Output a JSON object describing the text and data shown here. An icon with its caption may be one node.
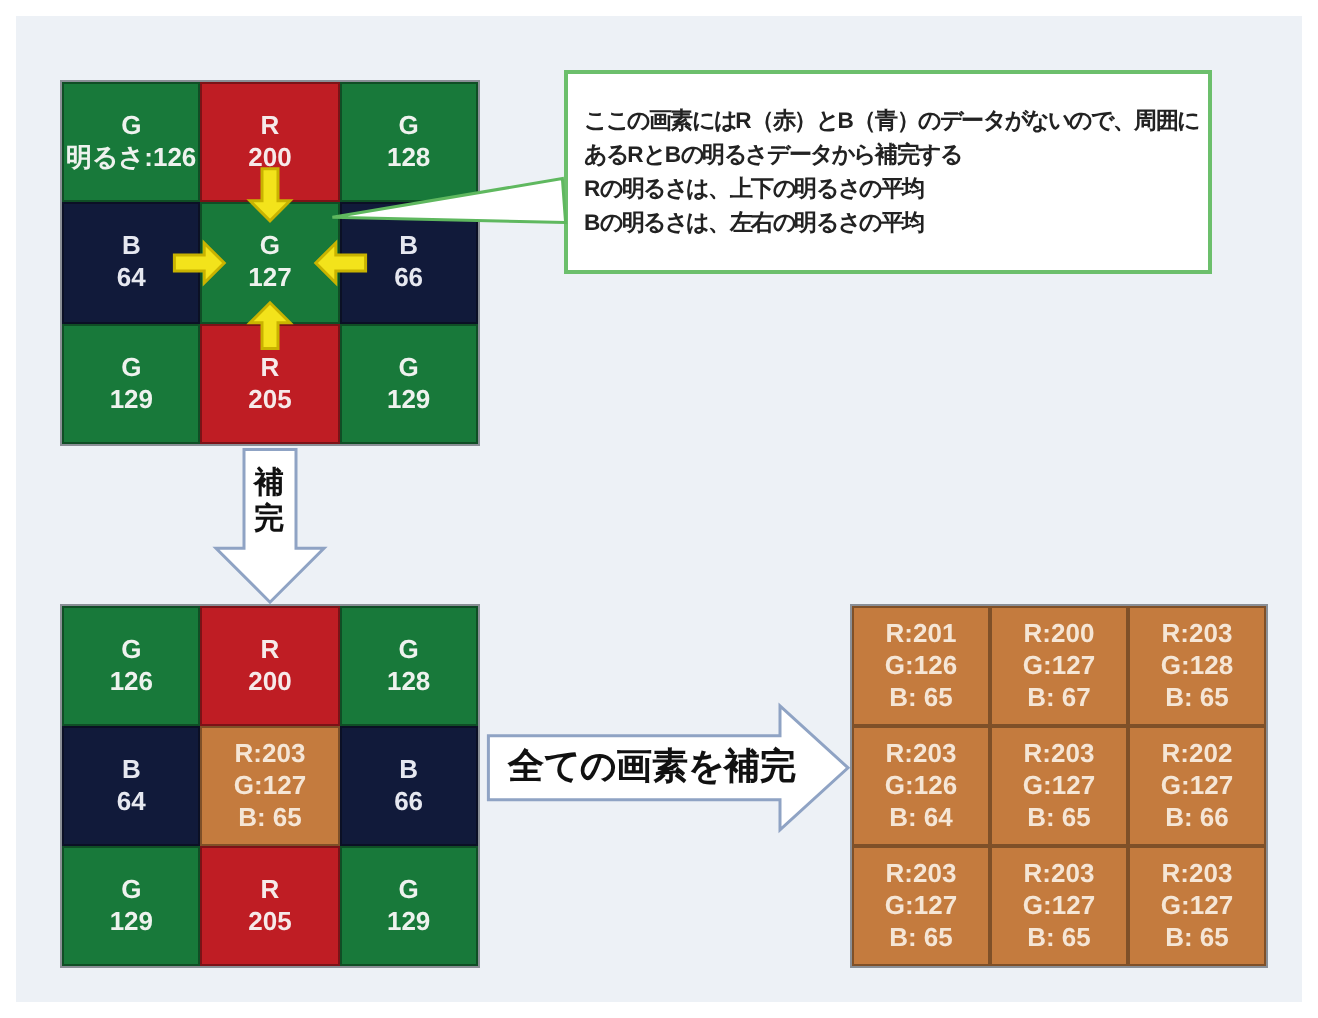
{
  "diagram": {
    "nodes": [
      {
        "text": [],
        "shape": "box"
      },
      {
        "text": [
          "G",
          "明るさ:126"
        ],
        "in": 0
      },
      {
        "text": [
          "R",
          "200"
        ],
        "in": 0
      },
      {
        "text": [
          "G",
          "128"
        ],
        "in": 0
      },
      {
        "text": [
          "B",
          "64"
        ],
        "in": 0
      },
      {
        "text": [
          "G",
          "127"
        ],
        "in": 0
      },
      {
        "text": [
          "B",
          "66"
        ],
        "in": 0
      },
      {
        "text": [
          "G",
          "129"
        ],
        "in": 0
      },
      {
        "text": [
          "R",
          "205"
        ],
        "in": 0
      },
      {
        "text": [
          "G",
          "129"
        ],
        "in": 0
      },
      {
        "text": [
          "ここの画素にはR（赤）とB（青）のデータがないので、周囲にあるRとBの明るさデータから補完する",
          "Rの明るさは、上下の明るさの平均",
          "Bの明るさは、左右の明るさの平均"
        ]
      },
      {
        "text": [],
        "shape": "box"
      },
      {
        "text": [
          "G",
          "126"
        ],
        "in": 11
      },
      {
        "text": [
          "R",
          "200"
        ],
        "in": 11
      },
      {
        "text": [
          "G",
          "128"
        ],
        "in": 11
      },
      {
        "text": [
          "B",
          "64"
        ],
        "in": 11
      },
      {
        "text": [
          "R:203",
          "G:127",
          "B: 65"
        ],
        "in": 11
      },
      {
        "text": [
          "B",
          "66"
        ],
        "in": 11
      },
      {
        "text": [
          "G",
          "129"
        ],
        "in": 11
      },
      {
        "text": [
          "R",
          "205"
        ],
        "in": 11
      },
      {
        "text": [
          "G",
          "129"
        ],
        "in": 11
      },
      {
        "text": [],
        "shape": "box"
      },
      {
        "text": [
          "R:201",
          "G:126",
          "B: 65"
        ],
        "in": 21
      },
      {
        "text": [
          "R:200",
          "G:127",
          "B: 67"
        ],
        "in": 21
      },
      {
        "text": [
          "R:203",
          "G:128",
          "B: 65"
        ],
        "in": 21
      },
      {
        "text": [
          "R:203",
          "G:126",
          "B: 64"
        ],
        "in": 21
      },
      {
        "text": [
          "R:203",
          "G:127",
          "B: 65"
        ],
        "in": 21
      },
      {
        "text": [
          "R:202",
          "G:127",
          "B: 66"
        ],
        "in": 21
      },
      {
        "text": [
          "R:203",
          "G:127",
          "B: 65"
        ],
        "in": 21
      },
      {
        "text": [
          "R:203",
          "G:127",
          "B: 65"
        ],
        "in": 21
      },
      {
        "text": [
          "R:203",
          "G:127",
          "B: 65"
        ],
        "in": 21
      }
    ],
    "edges": [
      {
        "from": 2,
        "to": 5,
        "arrow": "to"
      },
      {
        "from": 4,
        "to": 5,
        "arrow": "to"
      },
      {
        "from": 6,
        "to": 5,
        "arrow": "to"
      },
      {
        "from": 8,
        "to": 5,
        "arrow": "to"
      },
      {
        "from": 10,
        "to": 5,
        "arrow": "none",
        "color": "#5fb85f"
      },
      {
        "from": 0,
        "to": 11,
        "arrow": "to",
        "label": "補完",
        "color": "#8fa3c4"
      },
      {
        "from": 11,
        "to": 21,
        "arrow": "to",
        "label": "全ての画素を補完",
        "color": "#8fa3c4"
      }
    ]
  }
}
